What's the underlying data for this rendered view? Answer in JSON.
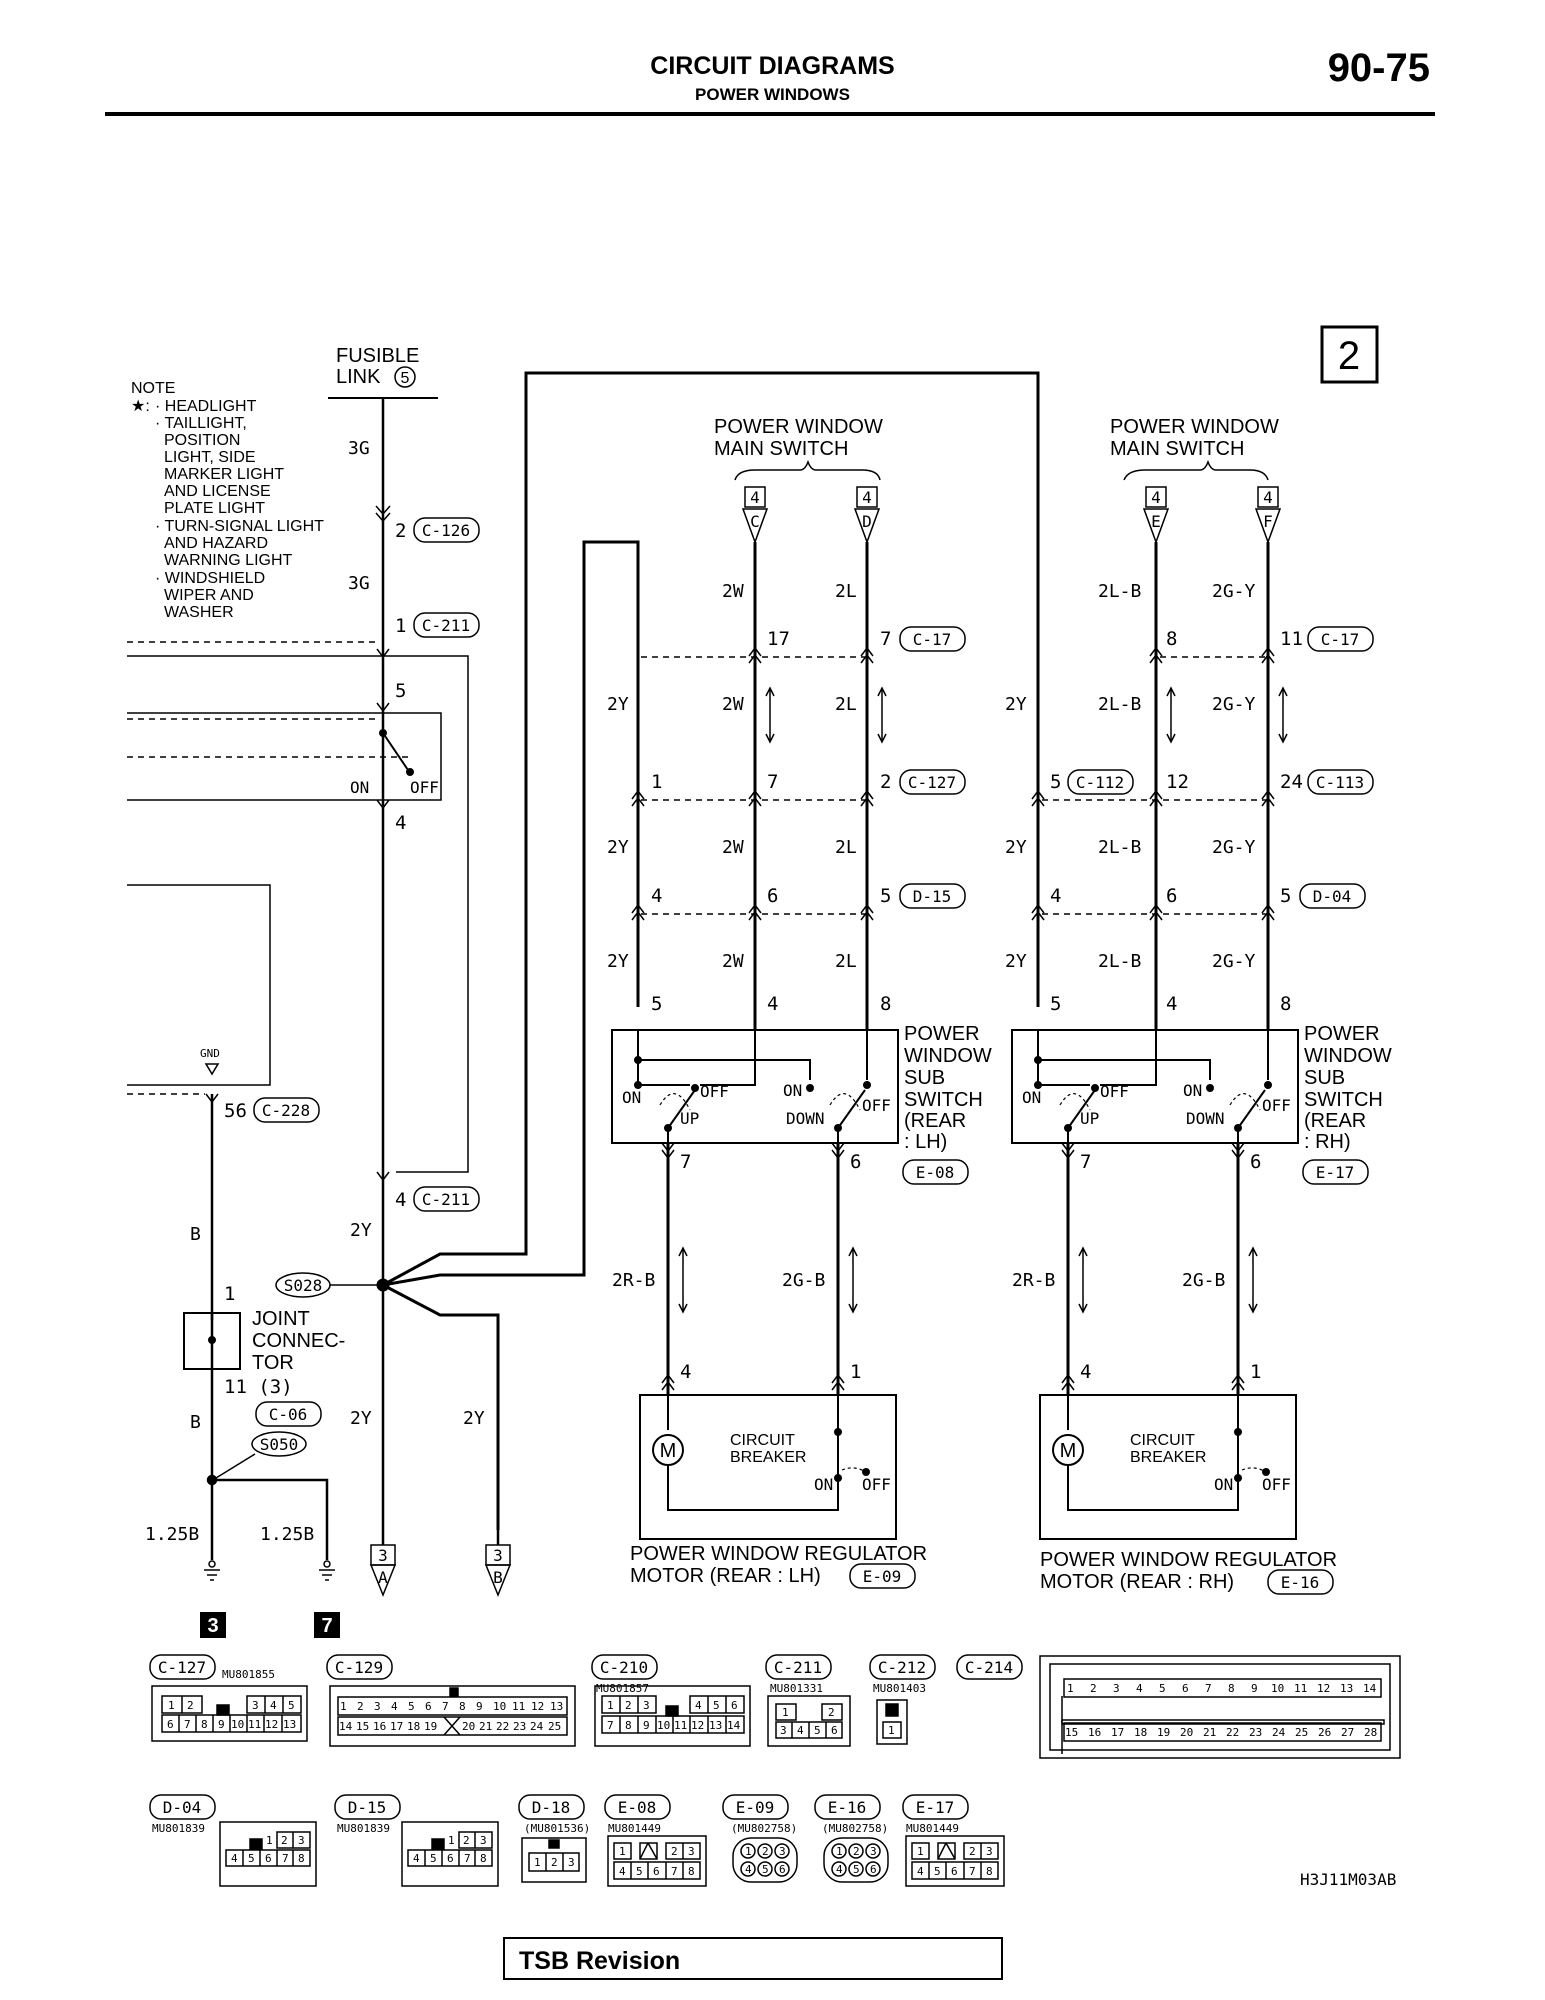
{
  "header": {
    "title": "CIRCUIT DIAGRAMS",
    "subtitle": "POWER WINDOWS",
    "page_number": "90-75"
  },
  "sheet_number": "2",
  "note": {
    "title": "NOTE",
    "star": "★:",
    "lines": [
      "· HEADLIGHT",
      "· TAILLIGHT,",
      "POSITION",
      "LIGHT, SIDE",
      "MARKER LIGHT",
      "AND LICENSE",
      "PLATE LIGHT",
      "· TURN-SIGNAL LIGHT",
      "AND HAZARD",
      "WARNING LIGHT",
      "· WINDSHIELD",
      "WIPER AND",
      "WASHER"
    ]
  },
  "fusible_link": {
    "line1": "FUSIBLE",
    "line2": "LINK",
    "num": "5"
  },
  "wire_colors": {
    "w3g": "3G",
    "w2y": "2Y",
    "w2w": "2W",
    "w2l": "2L",
    "w2lb": "2L-B",
    "w2gy": "2G-Y",
    "w2rb": "2R-B",
    "w2gb": "2G-B",
    "wb": "B",
    "w125b": "1.25B"
  },
  "pins": {
    "p1": "1",
    "p2": "2",
    "p3": "3",
    "p4": "4",
    "p5": "5",
    "p6": "6",
    "p7": "7",
    "p8": "8",
    "p11": "11",
    "p12": "12",
    "p17": "17",
    "p24": "24",
    "p56": "56",
    "p11x": "11 (3)"
  },
  "connectors": {
    "c126": "C-126",
    "c211": "C-211",
    "c17": "C-17",
    "c127": "C-127",
    "c112": "C-112",
    "c113": "C-113",
    "d15": "D-15",
    "d04": "D-04",
    "c228": "C-228",
    "c06": "C-06",
    "e08": "E-08",
    "e17": "E-17",
    "e09": "E-09",
    "e16": "E-16",
    "c129": "C-129",
    "c210": "C-210",
    "c212": "C-212",
    "c214": "C-214",
    "d18": "D-18"
  },
  "splices": {
    "s028": "S028",
    "s050": "S050"
  },
  "switch_labels": {
    "on": "ON",
    "off": "OFF",
    "up": "UP",
    "down": "DOWN"
  },
  "gnd": "GND",
  "main_switch_left": {
    "line1": "POWER WINDOW",
    "line2": "MAIN SWITCH",
    "tags": [
      "4",
      "C",
      "4",
      "D"
    ]
  },
  "main_switch_right": {
    "line1": "POWER WINDOW",
    "line2": "MAIN SWITCH",
    "tags": [
      "4",
      "E",
      "4",
      "F"
    ]
  },
  "sub_switch_left": {
    "lines": [
      "POWER",
      "WINDOW",
      "SUB",
      "SWITCH",
      "(REAR",
      ": LH)"
    ]
  },
  "sub_switch_right": {
    "lines": [
      "POWER",
      "WINDOW",
      "SUB",
      "SWITCH",
      "(REAR",
      ": RH)"
    ]
  },
  "joint_connector": {
    "lines": [
      "JOINT",
      "CONNEC-",
      "TOR"
    ]
  },
  "motor_left": {
    "breaker1": "CIRCUIT",
    "breaker2": "BREAKER",
    "line1": "POWER WINDOW REGULATOR",
    "line2": "MOTOR (REAR : LH)"
  },
  "motor_right": {
    "breaker1": "CIRCUIT",
    "breaker2": "BREAKER",
    "line1": "POWER WINDOW REGULATOR",
    "line2": "MOTOR (REAR : RH)"
  },
  "motor_symbol": "M",
  "bottom_tags": {
    "a_num": "3",
    "a_letter": "A",
    "b_num": "3",
    "b_letter": "B"
  },
  "ground_refs": {
    "g1": "3",
    "g2": "7"
  },
  "part_numbers": {
    "c127": "MU801855",
    "c210": "MU801857",
    "c211": "MU801331",
    "c212": "MU801403",
    "d04": "MU801839",
    "d15": "MU801839",
    "d18": "(MU801536)",
    "e08": "MU801449",
    "e09": "(MU802758)",
    "e16": "(MU802758)",
    "e17": "MU801449"
  },
  "connector_cells": {
    "c127_top": [
      "1",
      "2",
      "3",
      "4",
      "5"
    ],
    "c127_bot": [
      "6",
      "7",
      "8",
      "9",
      "10",
      "11",
      "12",
      "13"
    ],
    "c129_top": [
      "1",
      "2",
      "3",
      "4",
      "5",
      "6",
      "7",
      "8",
      "9",
      "10",
      "11",
      "12",
      "13"
    ],
    "c129_bot": [
      "14",
      "15",
      "16",
      "17",
      "18",
      "19",
      "20",
      "21",
      "22",
      "23",
      "24",
      "25"
    ],
    "c210_top": [
      "1",
      "2",
      "3",
      "4",
      "5",
      "6"
    ],
    "c210_bot": [
      "7",
      "8",
      "9",
      "10",
      "11",
      "12",
      "13",
      "14"
    ],
    "c211_top": [
      "1",
      "2"
    ],
    "c211_bot": [
      "3",
      "4",
      "5",
      "6"
    ],
    "c212": [
      "1"
    ],
    "c214_top": [
      "1",
      "2",
      "3",
      "4",
      "5",
      "6",
      "7",
      "8",
      "9",
      "10",
      "11",
      "12",
      "13",
      "14"
    ],
    "c214_bot": [
      "15",
      "16",
      "17",
      "18",
      "19",
      "20",
      "21",
      "22",
      "23",
      "24",
      "25",
      "26",
      "27",
      "28"
    ],
    "d_top": [
      "1",
      "2",
      "3"
    ],
    "d_bot": [
      "4",
      "5",
      "6",
      "7",
      "8"
    ],
    "d18": [
      "1",
      "2",
      "3"
    ],
    "e_round_top": [
      "1",
      "2",
      "3"
    ],
    "e_round_bot": [
      "4",
      "5",
      "6"
    ]
  },
  "figure_code": "H3J11M03AB",
  "footer": {
    "tsb": "TSB Revision"
  }
}
